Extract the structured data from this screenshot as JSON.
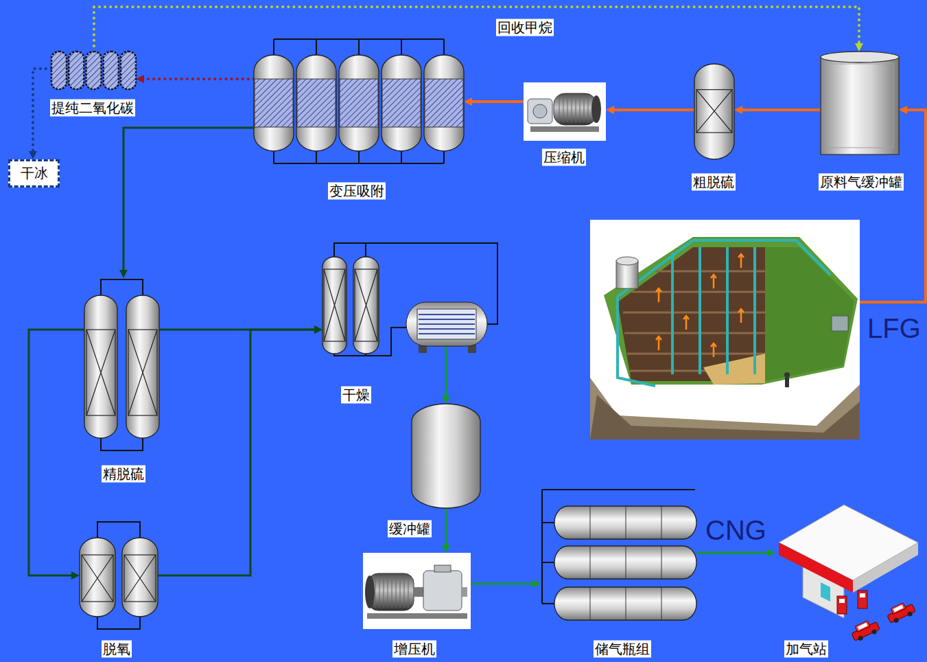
{
  "diagram": {
    "nodes": [
      {
        "text": [
          "原料气缓冲罐"
        ]
      },
      {
        "text": [
          "粗脱硫"
        ]
      },
      {
        "text": [
          "压缩机"
        ]
      },
      {
        "text": [
          "变压吸附"
        ]
      },
      {
        "text": [
          "提纯二氧化碳"
        ]
      },
      {
        "text": [
          "干冰"
        ]
      },
      {
        "text": [
          "精脱硫"
        ]
      },
      {
        "text": [
          "干燥"
        ]
      },
      {
        "text": [
          "脱氧"
        ]
      },
      {
        "text": [
          "缓冲罐"
        ]
      },
      {
        "text": [
          "增压机"
        ]
      },
      {
        "text": [
          "储气瓶组"
        ]
      },
      {
        "text": [
          "加气站"
        ]
      }
    ],
    "edges": [
      {
        "from": 0,
        "to": 1,
        "arrow": "to"
      },
      {
        "from": 1,
        "to": 2,
        "arrow": "to"
      },
      {
        "from": 2,
        "to": 3,
        "arrow": "to"
      },
      {
        "from": 3,
        "to": 4,
        "arrow": "to"
      },
      {
        "from": 4,
        "to": 0,
        "label": "回收甲烷",
        "arrow": "to"
      },
      {
        "from": 4,
        "to": 5,
        "arrow": "to"
      },
      {
        "from": 3,
        "to": 6,
        "arrow": "to"
      },
      {
        "from": 6,
        "to": 8,
        "arrow": "to"
      },
      {
        "from": 6,
        "to": 7,
        "arrow": "to"
      },
      {
        "from": 8,
        "to": 7,
        "arrow": "to"
      },
      {
        "from": 7,
        "to": 9,
        "arrow": "to"
      },
      {
        "from": 9,
        "to": 10,
        "arrow": "to"
      },
      {
        "from": 10,
        "to": 11,
        "arrow": "to"
      },
      {
        "from": 11,
        "to": 12,
        "label": "CNG",
        "arrow": "to"
      }
    ],
    "labels": [
      "LFG"
    ]
  }
}
